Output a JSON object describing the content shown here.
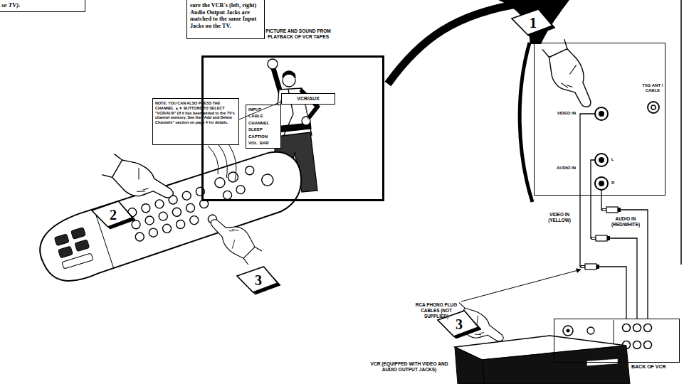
{
  "diagram": {
    "nodes": [
      {
        "text": [
          "se TV)."
        ]
      },
      {
        "text": [
          "sure the VCR's (left, right) Audio Output Jacks are matched to the same Input Jacks on the TV."
        ]
      },
      {
        "text": [
          "NOTE: YOU CAN ALSO PRESS THE CHANNEL ▲▼ BUTTONS TO SELECT \"VCR/AUX\" (If it has been added to the TV's channel memory. See the \"Add and Delete Channels\" section on page 4 for details."
        ]
      },
      {
        "text": [
          "PICTURE AND SOUND FROM PLAYBACK OF VCR TAPES"
        ]
      },
      {
        "text": [
          "INPUT",
          "CABLE",
          "CHANNEL",
          "SLEEP",
          "CAPTION",
          "VOL. BAR"
        ],
        "in": 3
      },
      {
        "text": [
          "VCR/AUX"
        ],
        "in": 3
      },
      {
        "text": [
          "1"
        ]
      },
      {
        "text": [
          "VIDEO IN",
          "75Ω ANT / CABLE",
          "AUDIO IN",
          "L",
          "R"
        ]
      },
      {
        "text": [
          "2"
        ]
      },
      {
        "text": [
          "3"
        ]
      },
      {
        "text": [
          "BACK OF VCR"
        ]
      },
      {
        "text": [
          "3"
        ]
      },
      {
        "text": [
          "VCR (EQUIPPED WITH VIDEO AND AUDIO OUTPUT JACKS)"
        ]
      }
    ],
    "edges": [
      {
        "from": 2,
        "to": 5,
        "arrow": "none"
      },
      {
        "from": 10,
        "to": 7,
        "arrow": "none"
      },
      {
        "from": 10,
        "to": 7,
        "arrow": "none"
      },
      {
        "from": 10,
        "to": 7,
        "arrow": "none"
      }
    ],
    "labels": [
      "VIDEO IN (YELLOW)",
      "AUDIO IN (RED/WHITE)",
      "RCA PHONO PLUG CABLES (NOT SUPPLIED)"
    ]
  }
}
